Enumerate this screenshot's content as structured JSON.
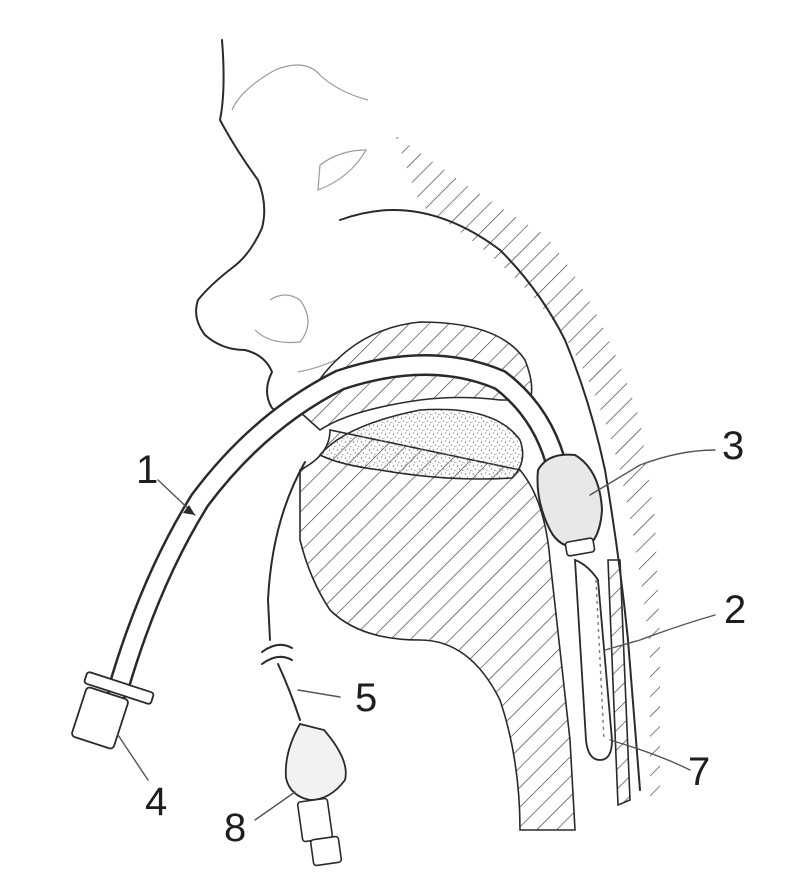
{
  "callouts": [
    {
      "id": "1",
      "text": "1"
    },
    {
      "id": "2",
      "text": "2"
    },
    {
      "id": "3",
      "text": "3"
    },
    {
      "id": "4",
      "text": "4"
    },
    {
      "id": "5",
      "text": "5"
    },
    {
      "id": "7",
      "text": "7"
    },
    {
      "id": "8",
      "text": "8"
    }
  ],
  "colors": {
    "ink": "#2a2a2a",
    "hatch": "#3a3a3a",
    "stipple": "#8c8c8c",
    "background": "#ffffff"
  }
}
